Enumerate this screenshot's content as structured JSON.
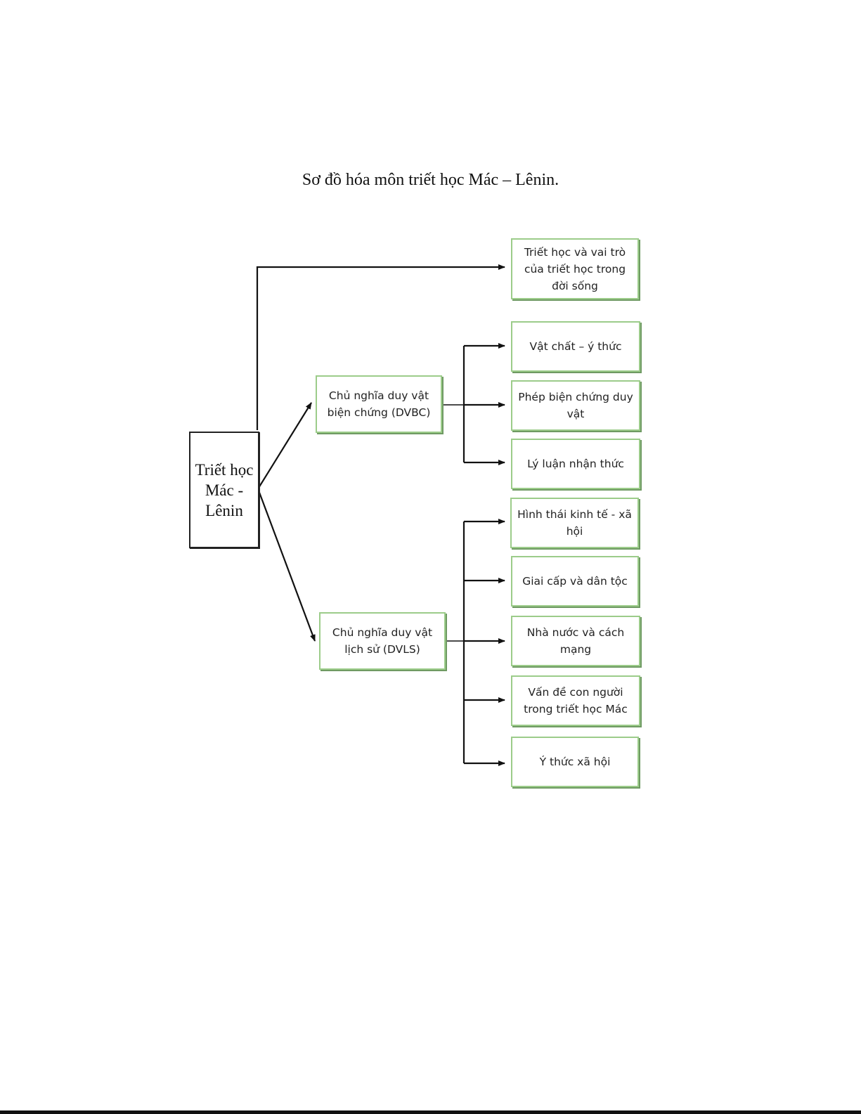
{
  "title": "Sơ đồ hóa môn triết học Mác – Lênin.",
  "root": {
    "label": "Triết học Mác - Lênin"
  },
  "branches": {
    "top": {
      "label": "Triết học và vai trò của triết học trong đời sống"
    },
    "dvbc": {
      "label": "Chủ nghĩa duy vật biện chứng (DVBC)",
      "children": [
        "Vật chất – ý thức",
        "Phép biện chứng duy vật",
        "Lý luận nhận thức"
      ]
    },
    "dvls": {
      "label": "Chủ nghĩa duy vật lịch sử (DVLS)",
      "children": [
        "Hình thái kinh tế - xã hội",
        "Giai cấp và dân tộc",
        "Nhà nước và cách mạng",
        "Vấn đề con người trong triết học Mác",
        "Ý thức xã hội"
      ]
    }
  },
  "colors": {
    "box_border": "#9ccc8a",
    "connector": "#111111"
  }
}
